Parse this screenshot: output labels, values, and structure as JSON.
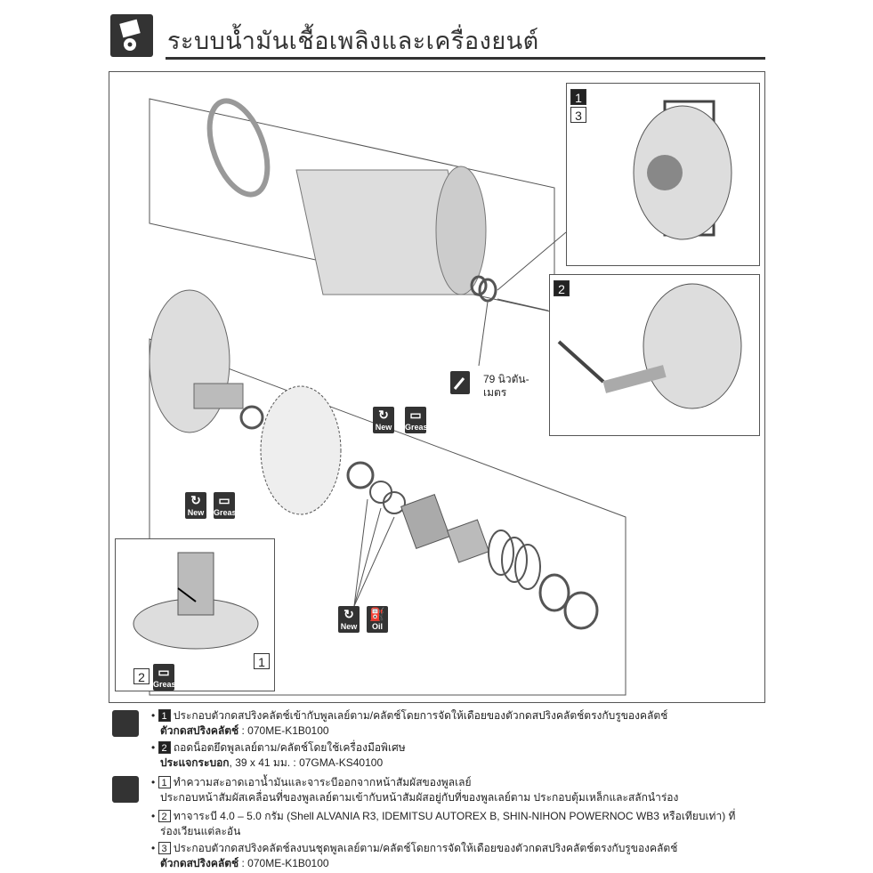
{
  "header": {
    "title": "ระบบน้ำมันเชื้อเพลิงและเครื่องยนต์",
    "icon": "engine-icon"
  },
  "diagram": {
    "callout_top": [
      "1",
      "3"
    ],
    "callout_mid": "2",
    "torque": {
      "icon": "wrench-icon",
      "value": "79 นิวตัน-",
      "unit": "เมตร"
    },
    "badges": {
      "new": "New",
      "grease": "Grease",
      "oil": "Oil"
    },
    "inset_labels": [
      "1",
      "2"
    ]
  },
  "notes": {
    "assembly_icon": "assembly-icon",
    "lube_icon": "lubricate-icon",
    "items": [
      {
        "num": "1",
        "style": "dark",
        "text": "ประกอบตัวกดสปริงคลัตช์เข้ากับพูลเลย์ตาม/คลัตช์โดยการจัดให้เดือยของตัวกดสปริงคลัตช์ตรงกับรูของคลัตช์",
        "tool_label": "ตัวกดสปริงคลัตช์",
        "tool_code": " : 070ME-K1B0100"
      },
      {
        "num": "2",
        "style": "dark",
        "text": "ถอดน็อตยึดพูลเลย์ตาม/คลัตช์โดยใช้เครื่องมือพิเศษ",
        "tool_label": "ประแจกระบอก",
        "tool_code": ", 39 x 41 มม. : 07GMA-KS40100"
      },
      {
        "num": "1",
        "style": "outline",
        "text": "ทำความสะอาดเอาน้ำมันและจาระบีออกจากหน้าสัมผัสของพูลเลย์",
        "text2": "ประกอบหน้าสัมผัสเคลื่อนที่ของพูลเลย์ตามเข้ากับหน้าสัมผัสอยู่กับที่ของพูลเลย์ตาม ประกอบตุ้มเหล็กและสลักนำร่อง"
      },
      {
        "num": "2",
        "style": "outline",
        "text": "ทาจาระบี 4.0 – 5.0 กรัม (Shell ALVANIA R3, IDEMITSU AUTOREX B, SHIN-NIHON POWERNOC WB3 หรือเทียบเท่า) ที่",
        "text2": "ร่องเวียนแต่ละอัน"
      },
      {
        "num": "3",
        "style": "outline",
        "text": "ประกอบตัวกดสปริงคลัตช์ลงบนชุดพูลเลย์ตาม/คลัตช์โดยการจัดให้เดือยของตัวกดสปริงคลัตช์ตรงกับรูของคลัตช์",
        "tool_label": "ตัวกดสปริงคลัตช์",
        "tool_code": " : 070ME-K1B0100"
      }
    ]
  }
}
